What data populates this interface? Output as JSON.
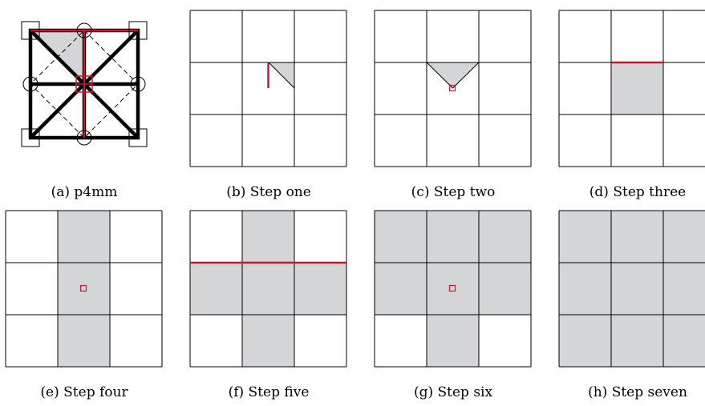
{
  "colors": {
    "shade": "#d3d5d7",
    "accent": "#d0142c",
    "line": "#000000"
  },
  "panels": [
    {
      "id": "a",
      "caption": "(a) p4mm",
      "type": "symmetry-diagram",
      "symmetry_group": "p4mm"
    },
    {
      "id": "b",
      "caption": "(b) Step one",
      "type": "grid",
      "shaded_cells": [],
      "partial_shape": "triangle-left",
      "marker": "mirror-segment"
    },
    {
      "id": "c",
      "caption": "(c) Step two",
      "type": "grid",
      "shaded_cells": [],
      "partial_shape": "triangle-down",
      "marker": "rotation-center"
    },
    {
      "id": "d",
      "caption": "(d) Step three",
      "type": "grid",
      "shaded_cells": [
        [
          1,
          1
        ]
      ],
      "marker": "mirror-line-top"
    },
    {
      "id": "e",
      "caption": "(e) Step four",
      "type": "grid",
      "shaded_cells": [
        [
          0,
          1
        ],
        [
          1,
          1
        ],
        [
          2,
          1
        ]
      ],
      "marker": "rotation-center"
    },
    {
      "id": "f",
      "caption": "(f) Step five",
      "type": "grid",
      "shaded_cells": [
        [
          0,
          1
        ],
        [
          1,
          0
        ],
        [
          1,
          1
        ],
        [
          1,
          2
        ],
        [
          2,
          1
        ]
      ],
      "marker": "mirror-line-top-middle"
    },
    {
      "id": "g",
      "caption": "(g) Step six",
      "type": "grid",
      "shaded_cells": [
        [
          0,
          0
        ],
        [
          0,
          1
        ],
        [
          0,
          2
        ],
        [
          1,
          0
        ],
        [
          1,
          1
        ],
        [
          1,
          2
        ],
        [
          2,
          1
        ]
      ],
      "marker": "rotation-center"
    },
    {
      "id": "h",
      "caption": "(h) Step seven",
      "type": "grid",
      "shaded_cells": [
        [
          0,
          0
        ],
        [
          0,
          1
        ],
        [
          0,
          2
        ],
        [
          1,
          0
        ],
        [
          1,
          1
        ],
        [
          1,
          2
        ],
        [
          2,
          0
        ],
        [
          2,
          1
        ],
        [
          2,
          2
        ]
      ],
      "marker": "none"
    }
  ]
}
